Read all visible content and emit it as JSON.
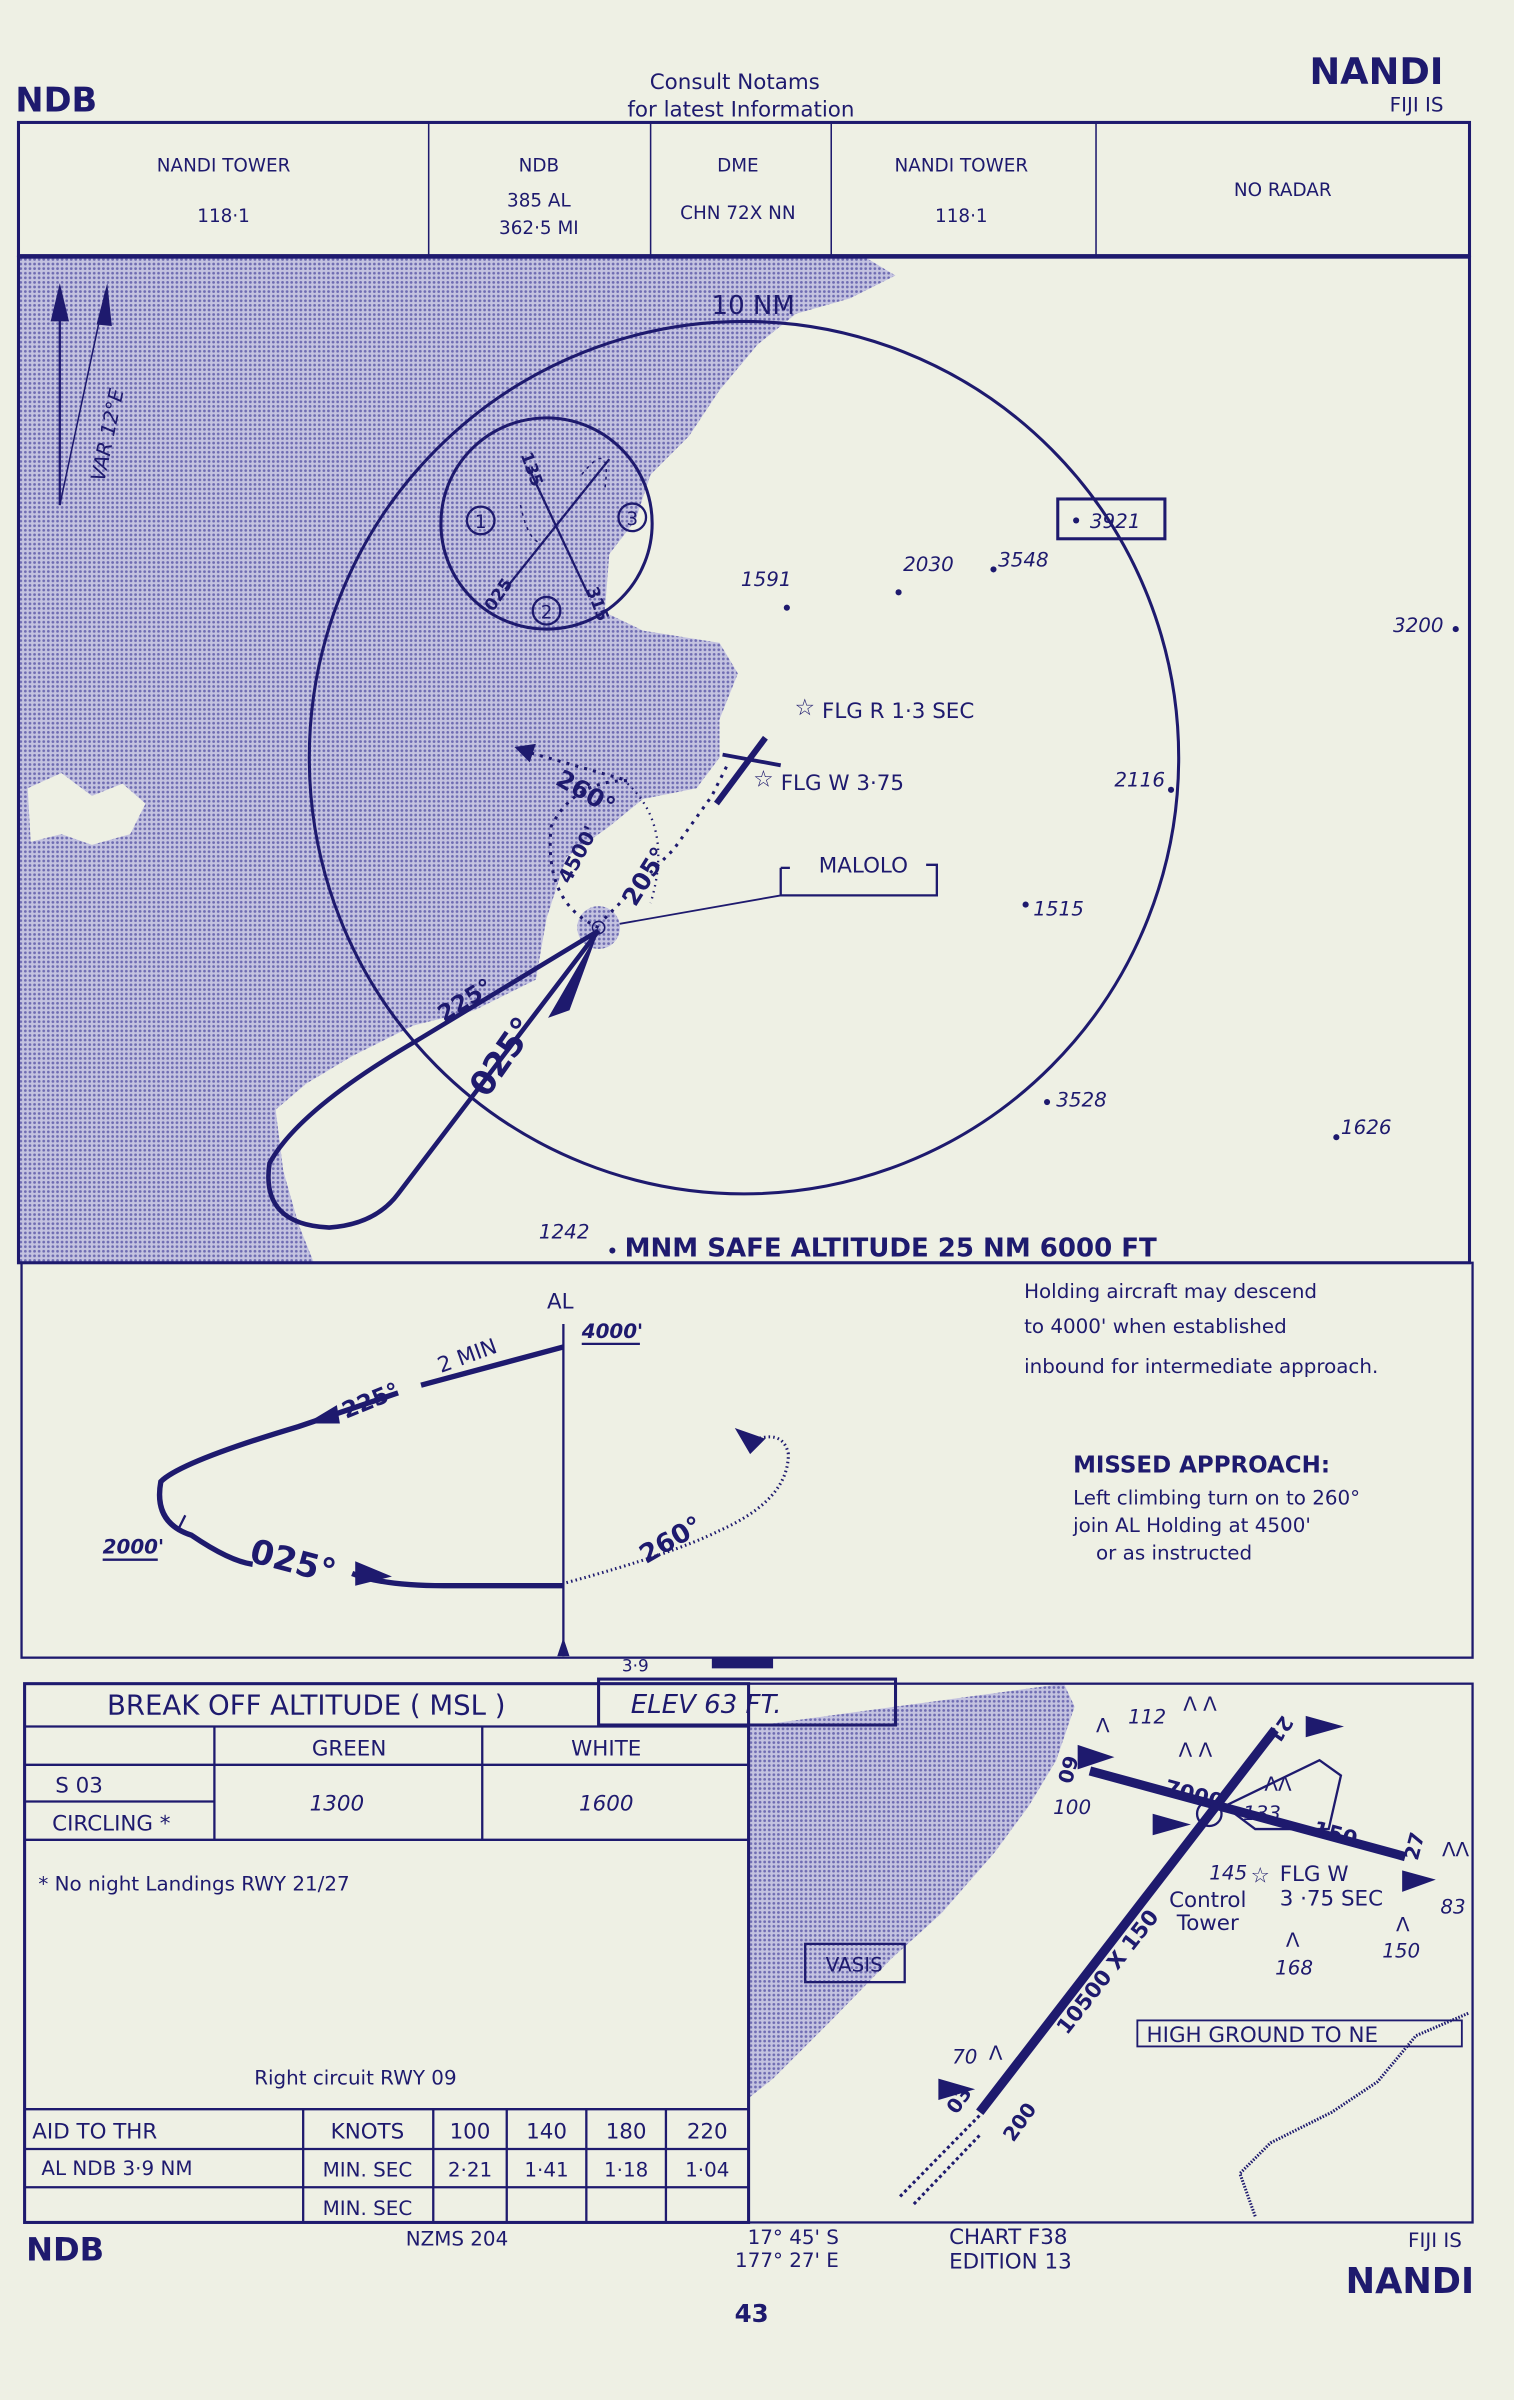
{
  "header": {
    "left_title": "NDB",
    "notice_line1": "Consult  Notams",
    "notice_line2": "for  latest  Information",
    "right_title": "NANDI",
    "right_subtitle": "FIJI IS"
  },
  "comms": [
    {
      "line1": "NANDI     TOWER",
      "line2": "118·1",
      "line3": ""
    },
    {
      "line1": "NDB",
      "line2": "385    AL",
      "line3": "362·5  MI"
    },
    {
      "line1": "DME",
      "line2": "CHN 72X NN",
      "line3": ""
    },
    {
      "line1": "NANDI  TOWER",
      "line2": "118·1",
      "line3": ""
    },
    {
      "line1": "NO   RADAR",
      "line2": "",
      "line3": ""
    }
  ],
  "plan": {
    "variation": "VAR  12°E",
    "range_ring": "10 NM",
    "sector_labels": [
      "1",
      "2",
      "3"
    ],
    "sector_bearings": [
      "135",
      "025",
      "315"
    ],
    "spot_heights": [
      "3921",
      "1591",
      "2030",
      "3548",
      "3200",
      "2116",
      "1515",
      "3528",
      "1626",
      "1242"
    ],
    "lights": [
      "FLG R   1·3 SEC",
      "FLG  W    3·75"
    ],
    "beacon_name": "MALOLO",
    "tracks": [
      "260°",
      "4500'",
      "205°",
      "225°",
      "025°"
    ],
    "msa": "MNM SAFE ALTITUDE 25 NM  6000 FT"
  },
  "profile": {
    "fix": "AL",
    "fix_alt": "4000'",
    "outbound": "225°",
    "time": "2  MIN",
    "inbound": "025°",
    "turn_alt": "2000'",
    "missed_track": "260°",
    "distance": "3·9",
    "note_lines": [
      "Holding aircraft may descend",
      "to 4000' when established",
      "inbound for intermediate approach."
    ],
    "missed_title": "MISSED APPROACH:",
    "missed_lines": [
      "Left climbing turn on to 260°",
      "join  AL  Holding at 4500'",
      "or as instructed"
    ]
  },
  "minima": {
    "title": "BREAK  OFF  ALTITUDE  ( MSL )",
    "elev": "ELEV     63      FT.",
    "columns": [
      "GREEN",
      "WHITE"
    ],
    "rows": [
      "S  03",
      "CIRCLING *"
    ],
    "values": [
      "1300",
      "1600"
    ],
    "footnote": "* No  night  Landings  RWY  21/27",
    "circuit_note": "Right  circuit  RWY  09"
  },
  "timing": {
    "header": [
      "AID TO   THR",
      "KNOTS",
      "100",
      "140",
      "180",
      "220"
    ],
    "rows": [
      [
        "AL  NDB  3·9 NM",
        "MIN. SEC",
        "2·21",
        "1·41",
        "1·18",
        "1·04"
      ],
      [
        "",
        "MIN. SEC",
        "",
        "",
        "",
        ""
      ]
    ]
  },
  "aerodrome": {
    "vasis": "VASIS",
    "rwy_main": "10500 X 150",
    "rwy_cross": "7000",
    "cross_width": "150",
    "rwy_ids": [
      "03",
      "21",
      "09",
      "27"
    ],
    "obstacles": [
      "112",
      "100",
      "133",
      "145",
      "83",
      "150",
      "168",
      "70",
      "200"
    ],
    "light": "FLG W",
    "light_period": "3 ·75 SEC",
    "tower": "Control",
    "tower2": "Tower",
    "high_ground": "HIGH  GROUND  TO NE"
  },
  "footer": {
    "left": "NDB",
    "map_ref": "NZMS   204",
    "lat": "17° 45' S",
    "lon": "177° 27' E",
    "chart": "CHART F38",
    "edition": "EDITION 13",
    "right_sub": "FIJI IS",
    "right": "NANDI",
    "page": "43"
  },
  "colors": {
    "ink": "#1e1a6e",
    "paper": "#eef0e4",
    "sea": "#a9a7d0"
  }
}
